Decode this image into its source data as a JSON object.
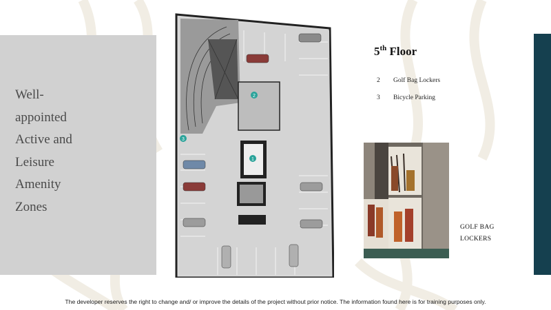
{
  "left_heading_lines": [
    "Well-",
    "appointed",
    "Active and",
    "Leisure",
    "Amenity",
    "Zones"
  ],
  "floor_title": {
    "number": "5",
    "suffix": "th",
    "word": "Floor"
  },
  "legend": [
    {
      "num": "2",
      "label": "Golf Bag Lockers"
    },
    {
      "num": "3",
      "label": "Bicycle Parking"
    }
  ],
  "plan_markers": [
    "1",
    "2",
    "3"
  ],
  "photo_caption_lines": [
    "GOLF BAG",
    "LOCKERS"
  ],
  "footer": "The developer reserves the right to change and/ or improve the details of the project without prior notice. The information found here is  for training purposes only.",
  "colors": {
    "accent_bar": "#15404f",
    "marker": "#2aa39a",
    "panel": "#d1d1d1"
  }
}
